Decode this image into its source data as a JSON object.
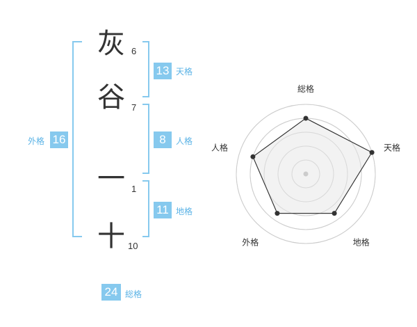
{
  "name": {
    "characters": [
      {
        "char": "灰",
        "strokes": "6"
      },
      {
        "char": "谷",
        "strokes": "7"
      },
      {
        "char": "一",
        "strokes": "1"
      },
      {
        "char": "十",
        "strokes": "10"
      }
    ]
  },
  "fortune": {
    "tenkaku": {
      "value": "13",
      "label": "天格"
    },
    "jinkaku": {
      "value": "8",
      "label": "人格"
    },
    "chikaku": {
      "value": "11",
      "label": "地格"
    },
    "gaikaku": {
      "value": "16",
      "label": "外格"
    },
    "soukaku": {
      "value": "24",
      "label": "総格"
    }
  },
  "chart_data": {
    "type": "radar",
    "axes": [
      "総格",
      "天格",
      "地格",
      "外格",
      "人格"
    ],
    "values": [
      4,
      5,
      3.5,
      3.5,
      4
    ],
    "rmax": 5,
    "rings": 5,
    "colors": {
      "fill": "#f0f0f0",
      "line": "#333333",
      "grid": "#cccccc",
      "point": "#333333",
      "center": "#cccccc"
    }
  }
}
